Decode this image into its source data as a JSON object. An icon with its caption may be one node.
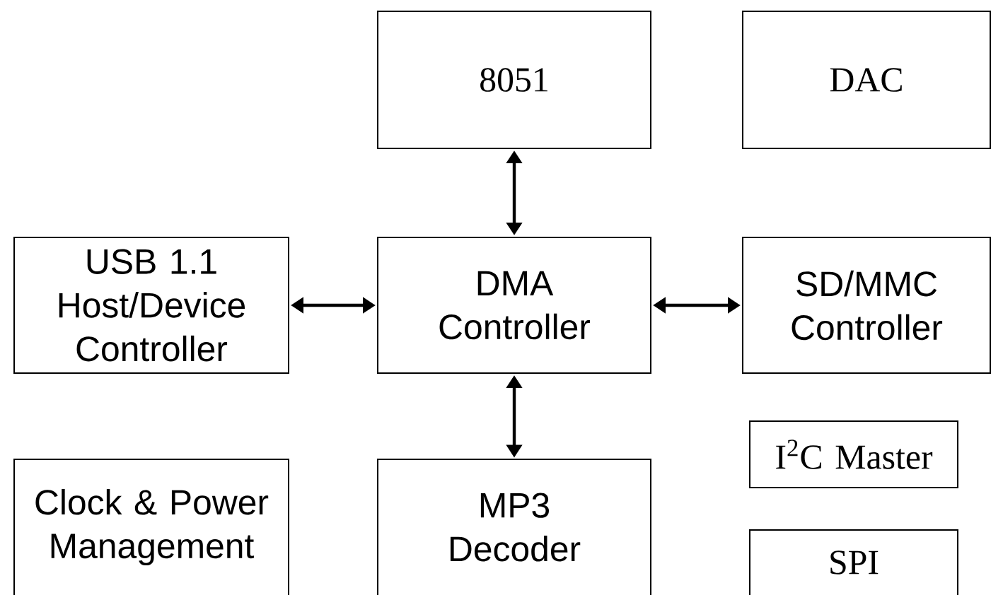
{
  "diagram": {
    "nodes": [
      {
        "text": [
          "8051"
        ]
      },
      {
        "text": [
          "DAC"
        ]
      },
      {
        "text": [
          "USB 1.1 Host/Device Controller"
        ]
      },
      {
        "text": [
          "DMA Controller"
        ]
      },
      {
        "text": [
          "SD/MMC Controller"
        ]
      },
      {
        "text": [
          "I$^{2}$C Master"
        ]
      },
      {
        "text": [
          "Clock & Power Management"
        ]
      },
      {
        "text": [
          "MP3 Decoder"
        ]
      },
      {
        "text": [
          "SPI"
        ]
      }
    ],
    "edges": [
      {
        "from": 0,
        "to": 3,
        "arrow": "both"
      },
      {
        "from": 2,
        "to": 3,
        "arrow": "both"
      },
      {
        "from": 3,
        "to": 4,
        "arrow": "both"
      },
      {
        "from": 3,
        "to": 7,
        "arrow": "both"
      }
    ]
  }
}
